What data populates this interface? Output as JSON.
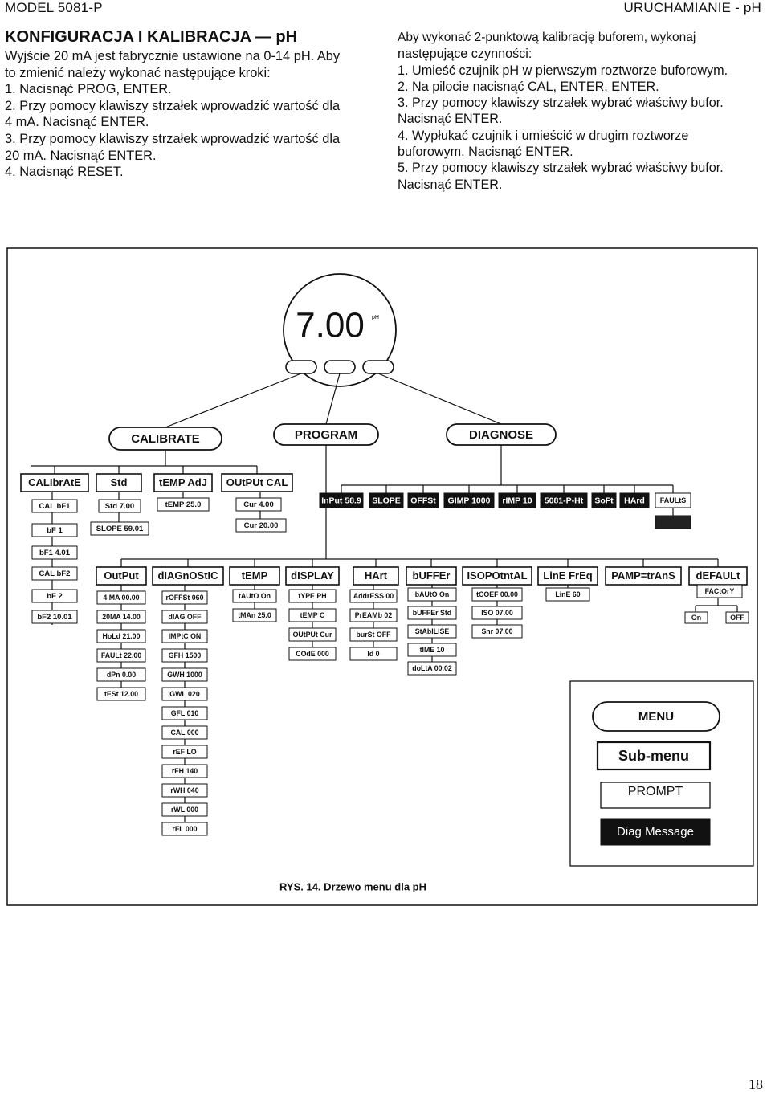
{
  "header": {
    "left": "MODEL 5081-P",
    "right": "URUCHAMIANIE - pH"
  },
  "left_column": {
    "title": "KONFIGURACJA I KALIBRACJA — pH",
    "lines": [
      "Wyjście 20 mA  jest fabrycznie ustawione na 0-14 pH. Aby",
      "to zmienić należy wykonać następujące kroki:",
      "1. Nacisnąć PROG, ENTER.",
      "2. Przy pomocy klawiszy strzałek wprowadzić wartość dla",
      "4 mA. Nacisnąć ENTER.",
      "3. Przy pomocy klawiszy strzałek wprowadzić wartość dla",
      "20 mA. Nacisnąć ENTER.",
      "4. Nacisnąć RESET."
    ]
  },
  "right_column": {
    "intro": "Aby wykonać 2-punktową kalibrację buforem, wykonaj",
    "lines": [
      "następujące czynności:",
      "1. Umieść czujnik pH w pierwszym roztworze buforowym.",
      "2. Na pilocie nacisnąć CAL, ENTER, ENTER.",
      "3. Przy pomocy klawiszy strzałek wybrać właściwy bufor.",
      "Nacisnąć ENTER.",
      "4. Wypłukać czujnik i umieścić w drugim roztworze",
      "buforowym. Nacisnąć ENTER.",
      "5. Przy pomocy klawiszy strzałek wybrać właściwy bufor.",
      "Nacisnąć ENTER."
    ]
  },
  "diagram": {
    "display_value": "7.00",
    "display_unit": "pH",
    "menus": {
      "calibrate": "CALIBRATE",
      "program": "PROGRAM",
      "diagnose": "DIAGNOSE"
    },
    "calibrate": {
      "calibrate": {
        "head": "CALIbrAtE",
        "items": [
          "CAL bF1",
          "bF 1",
          "bF1 4.01",
          "CAL bF2",
          "bF 2",
          "bF2 10.01"
        ]
      },
      "std": {
        "head": "Std",
        "items": [
          "Std 7.00",
          "SLOPE 59.01"
        ]
      },
      "temp_adj": {
        "head": "tEMP AdJ",
        "items": [
          "tEMP 25.0"
        ]
      },
      "output_cal": {
        "head": "OUtPUt CAL",
        "items": [
          "Cur 4.00",
          "Cur 20.00"
        ]
      }
    },
    "diagnose": {
      "items": [
        "InPut 58.9",
        "SLOPE",
        "OFFSt",
        "GIMP 1000",
        "rIMP 10",
        "5081-P-Ht",
        "SoFt",
        "HArd",
        "FAULtS"
      ]
    },
    "program": {
      "output": {
        "head": "OutPut",
        "items": [
          "4 MA 00.00",
          "20MA 14.00",
          "HoLd 21.00",
          "FAULt 22.00",
          "dPn 0.00",
          "tESt 12.00"
        ]
      },
      "diagnostic": {
        "head": "dIAGnOStIC",
        "items": [
          "rOFFSt 060",
          "dIAG OFF",
          "IMPtC ON",
          "GFH 1500",
          "GWH 1000",
          "GWL 020",
          "GFL 010",
          "CAL 000",
          "rEF LO",
          "rFH 140",
          "rWH 040",
          "rWL 000",
          "rFL 000"
        ]
      },
      "temp": {
        "head": "tEMP",
        "items": [
          "tAUtO On",
          "tMAn 25.0"
        ]
      },
      "display": {
        "head": "dISPLAY",
        "items": [
          "tYPE PH",
          "tEMP C",
          "OUtPUt Cur",
          "COdE 000"
        ]
      },
      "hart": {
        "head": "HArt",
        "items": [
          "AddrESS 00",
          "PrEAMb 02",
          "burSt OFF",
          "Id 0"
        ]
      },
      "buffer": {
        "head": "bUFFEr",
        "items": [
          "bAUtO On",
          "bUFFEr Std",
          "StAbILISE",
          "tIME 10",
          "doLtA 00.02"
        ]
      },
      "isopotential": {
        "head": "ISOPOtntAL",
        "items": [
          "tCOEF 00.00",
          "ISO 07.00",
          "Snr 07.00"
        ]
      },
      "line_freq": {
        "head": "LinE FrEq",
        "items": [
          "LinE 60"
        ]
      },
      "pamp": {
        "head": "PAMP=trAnS",
        "items": []
      },
      "default": {
        "head": "dEFAULt",
        "items": [
          "FACtOrY",
          "On",
          "OFF"
        ]
      }
    },
    "legend": {
      "menu": "MENU",
      "submenu": "Sub-menu",
      "prompt": "PROMPT",
      "diag": "Diag Message"
    },
    "caption": "RYS. 14. Drzewo menu dla pH"
  },
  "page_number": "18"
}
